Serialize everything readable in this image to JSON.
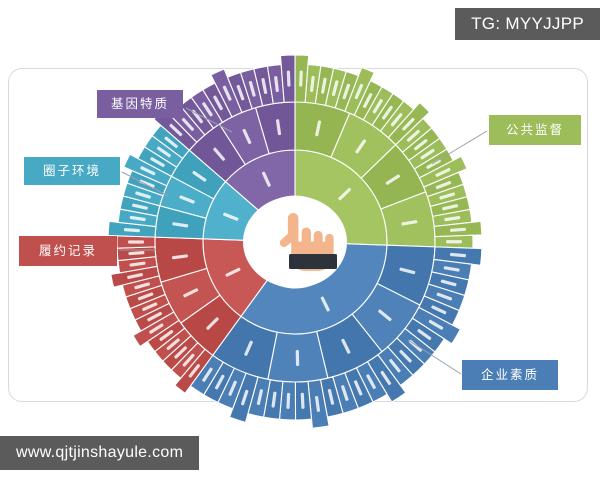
{
  "overlay": {
    "tg_badge": "TG: MYYJJPP",
    "watermark": "www.qjtjinshayule.com"
  },
  "card": {
    "background": "#ffffff",
    "border_color": "#d7d9e0"
  },
  "chart_data": {
    "type": "pie",
    "chart_style": "sunburst",
    "title": "",
    "center": {
      "icon": "hand-pointer-icon",
      "background": "#ffffff"
    },
    "rings": 3,
    "categories": [
      {
        "label": "公共监督",
        "color": "#9cbd5a",
        "start_angle": 0,
        "end_angle": 92,
        "value": 92,
        "ring2_count": 4,
        "ring3_count": 22,
        "callout_side": "right-top"
      },
      {
        "label": "企业素质",
        "color": "#4a7eb5",
        "start_angle": 92,
        "end_angle": 216,
        "value": 124,
        "ring2_count": 5,
        "ring3_count": 24,
        "callout_side": "right-bottom"
      },
      {
        "label": "履约记录",
        "color": "#c0504d",
        "start_angle": 216,
        "end_angle": 272,
        "value": 56,
        "ring2_count": 3,
        "ring3_count": 14,
        "callout_side": "left-middle"
      },
      {
        "label": "圈子环境",
        "color": "#48a9c5",
        "start_angle": 272,
        "end_angle": 311,
        "value": 39,
        "ring2_count": 3,
        "ring3_count": 9,
        "callout_side": "left-top"
      },
      {
        "label": "基因特质",
        "color": "#7a5fa0",
        "start_angle": 311,
        "end_angle": 360,
        "value": 49,
        "ring2_count": 3,
        "ring3_count": 11,
        "callout_side": "top-left"
      }
    ],
    "legend_position": "callouts",
    "grid": false
  },
  "labels": {
    "genetic": "基因特质",
    "circle": "圈子环境",
    "record": "履约记录",
    "public": "公共监督",
    "quality": "企业素质"
  }
}
